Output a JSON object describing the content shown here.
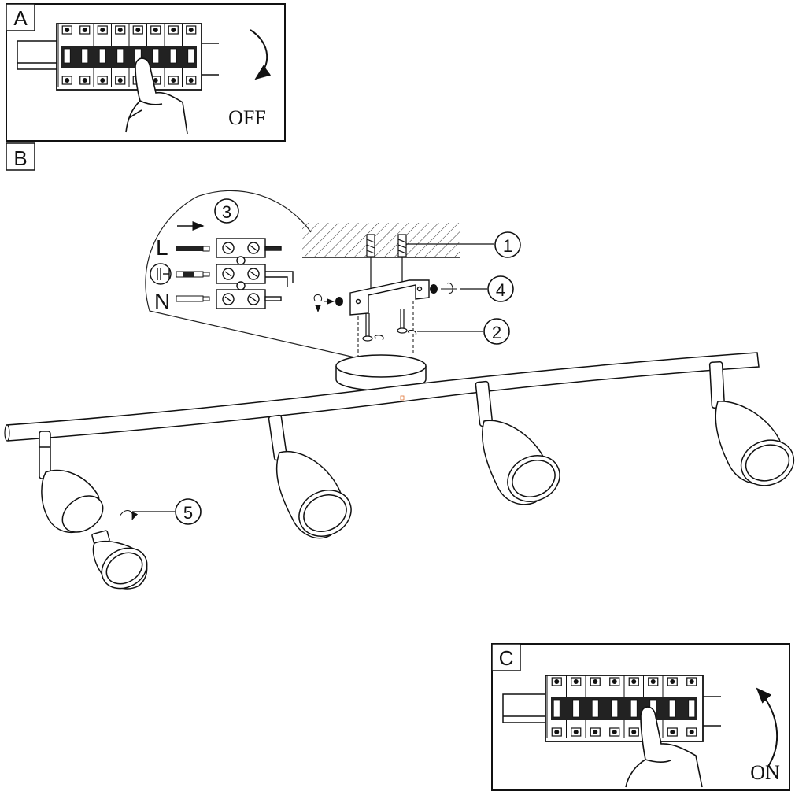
{
  "panels": {
    "a": {
      "label": "A",
      "state_text": "OFF"
    },
    "b": {
      "label": "B"
    },
    "c": {
      "label": "C",
      "state_text": "ON"
    }
  },
  "callouts": [
    "1",
    "2",
    "3",
    "4",
    "5"
  ],
  "wiring": {
    "live_label": "L",
    "neutral_label": "N",
    "earth_icon": "earth-ground-symbol"
  },
  "colors": {
    "line": "#1a1a1a",
    "background": "#ffffff"
  }
}
